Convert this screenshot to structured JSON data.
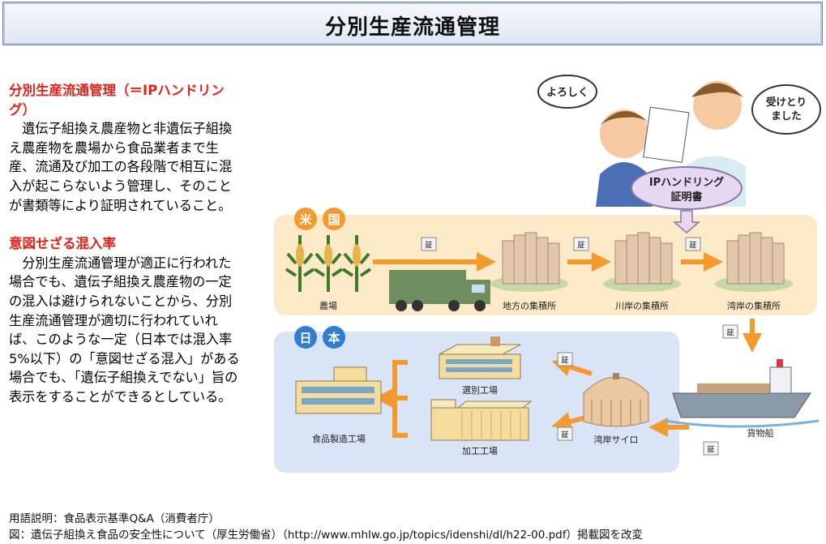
{
  "title": "分別生産流通管理",
  "section1": {
    "heading": "分別生産流通管理（＝IPハンドリング）",
    "body": "遺伝子組換え農産物と非遺伝子組換え農産物を農場から食品業者まで生産、流通及び加工の各段階で相互に混入が起こらないよう管理し、そのことが書類等により証明されていること。"
  },
  "section2": {
    "heading": "意図せざる混入率",
    "body": "分別生産流通管理が適正に行われた場合でも、遺伝子組換え農産物の一定の混入は避けられないことから、分別生産流通管理が適切に行われていれば、このような一定（日本では混入率5%以下）の「意図せざる混入」がある場合でも、「遺伝子組換えでない」旨の表示をすることができるとしている。"
  },
  "diagram": {
    "speech_left": "よろしく",
    "speech_right": "受けとりました",
    "ip_cert": "IPハンドリング証明書",
    "us_chars": [
      "米",
      "国"
    ],
    "jp_chars": [
      "日",
      "本"
    ],
    "cert_mark": "証",
    "labels": {
      "farm": "農場",
      "local": "地方の集積所",
      "river": "川岸の集積所",
      "port": "湾岸の集積所",
      "ship": "貨物船",
      "silo": "湾岸サイロ",
      "sort_factory": "選別工場",
      "process_factory": "加工工場",
      "food_factory": "食品製造工場"
    }
  },
  "footer": {
    "line1": "用語説明：食品表示基準Q&A（消費者庁）",
    "line2": "図：遺伝子組換え食品の安全性について（厚生労働省）（http://www.mhlw.go.jp/topics/idenshi/dl/h22-00.pdf）掲載図を改変"
  }
}
